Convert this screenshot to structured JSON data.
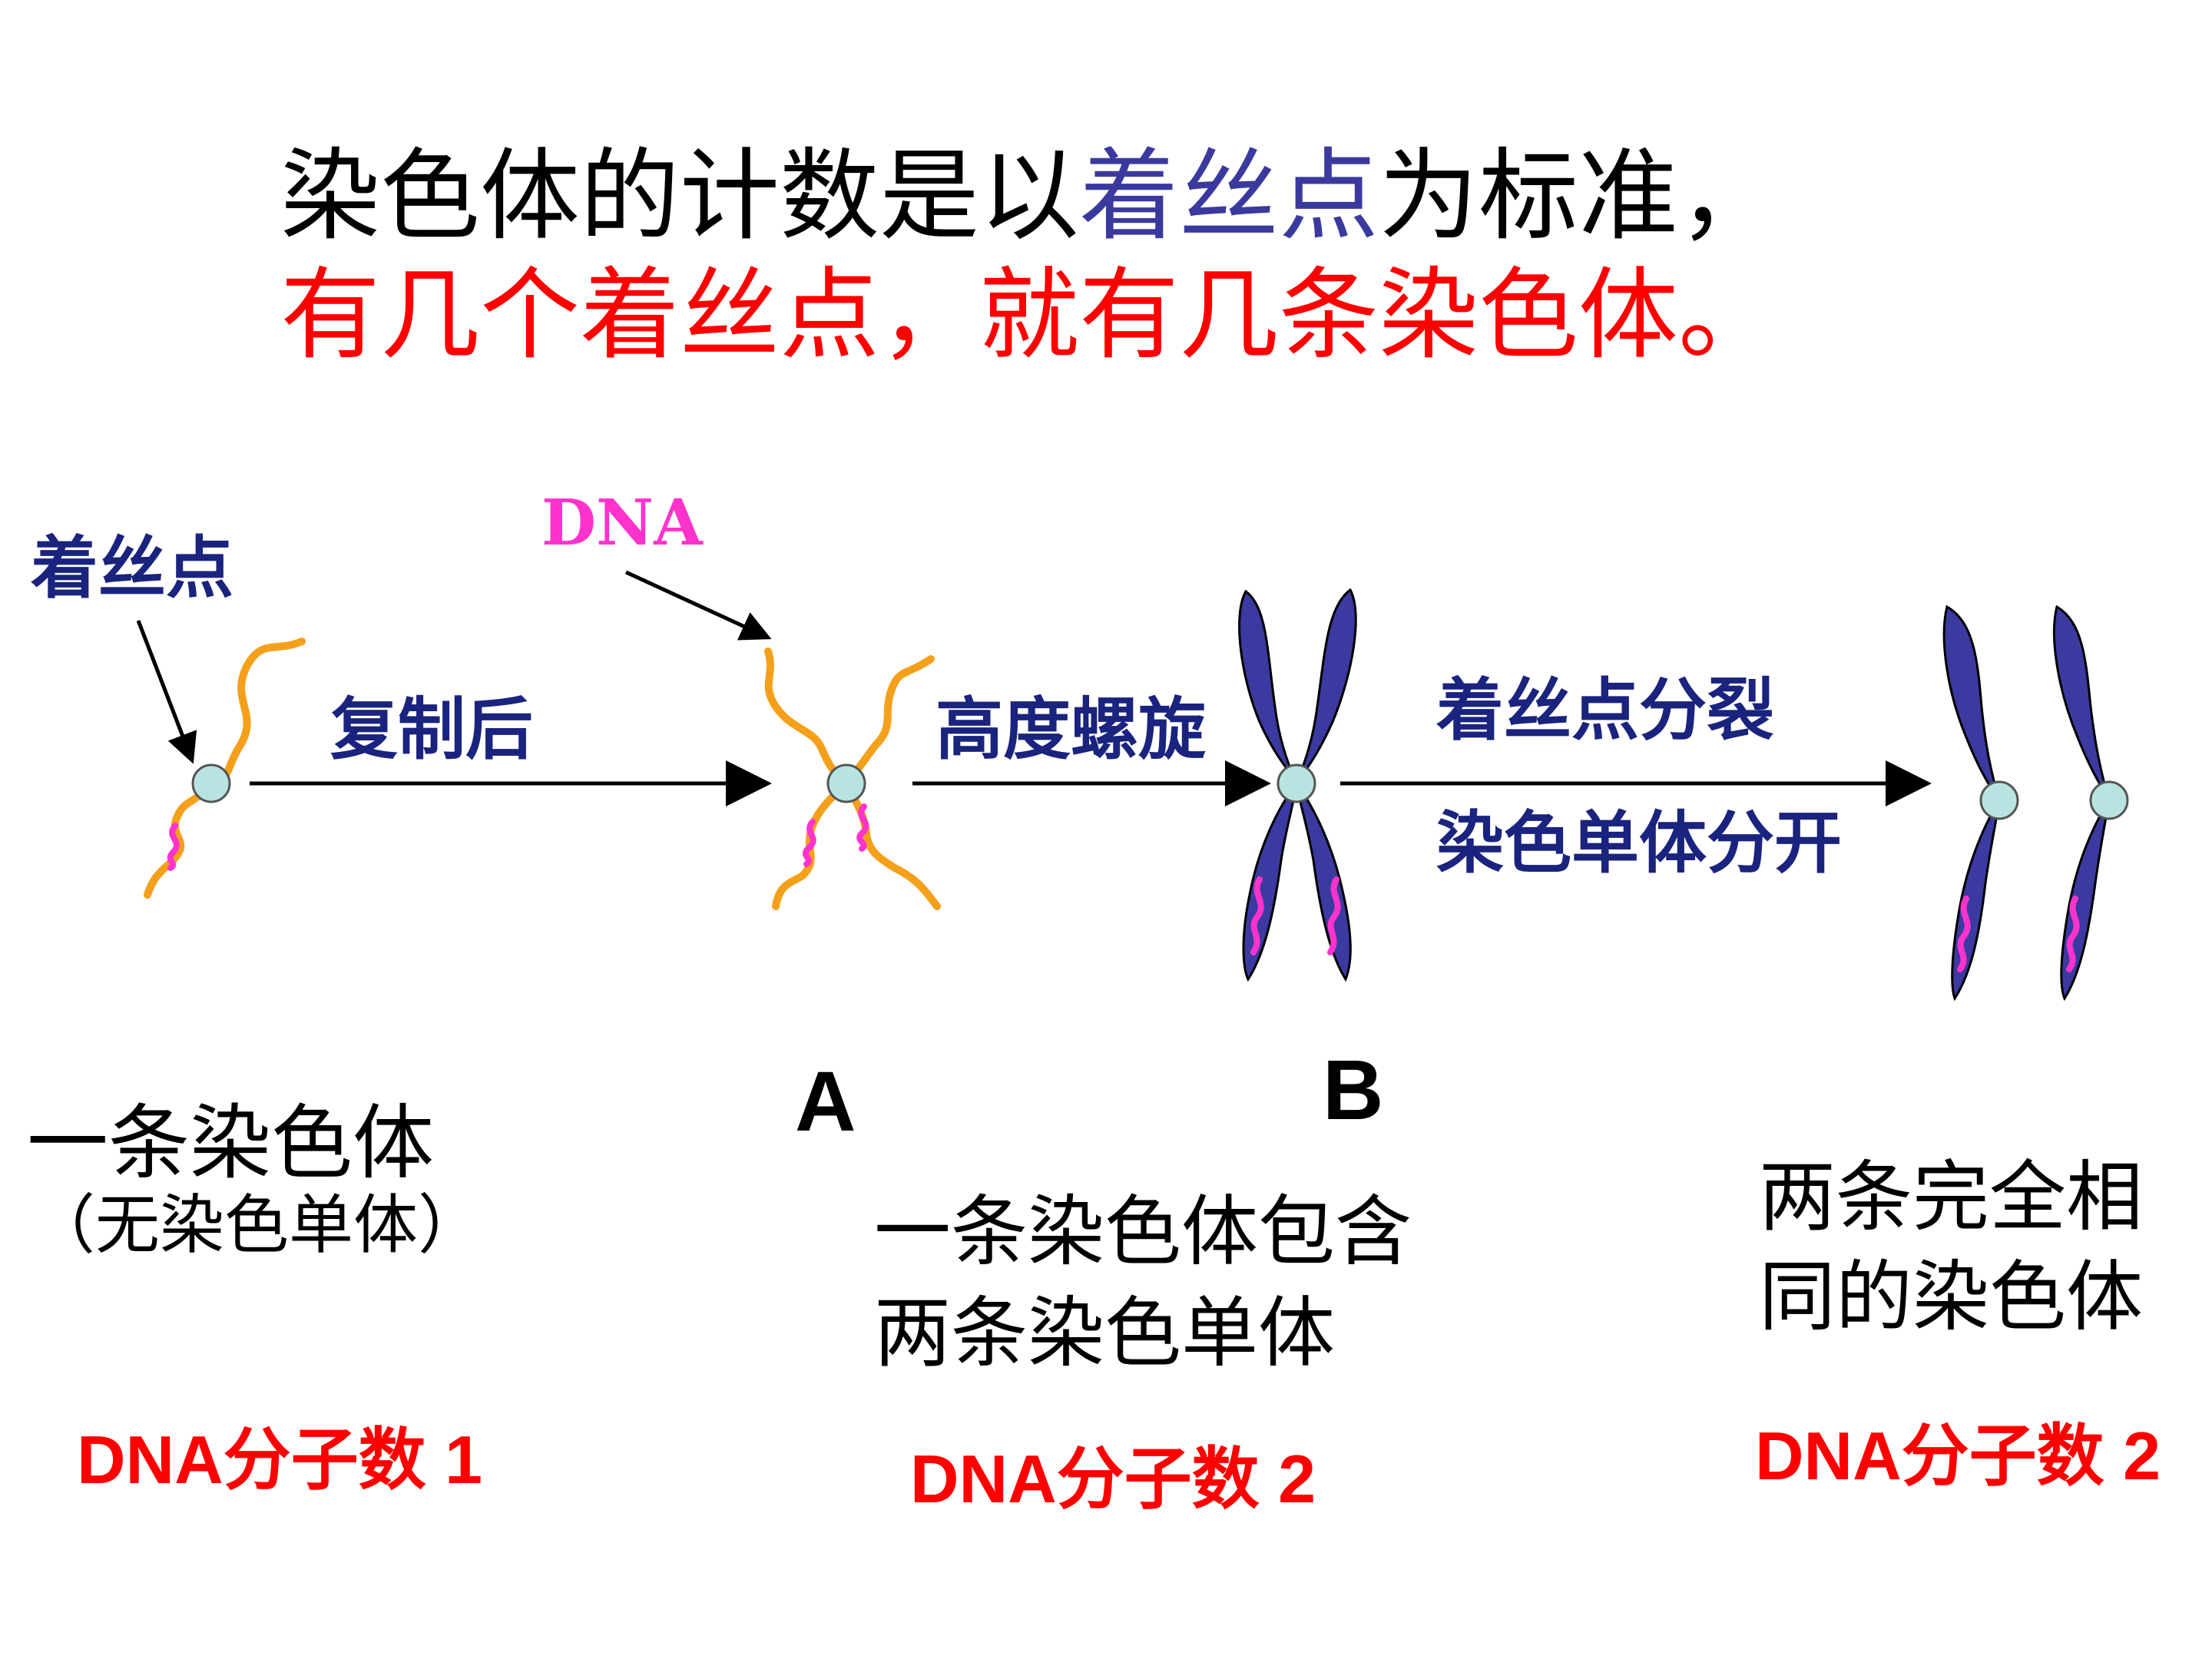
{
  "colors": {
    "title_black": "#000000",
    "centromere_blue": "#3a3a9e",
    "title_red": "#ff0000",
    "label_navy": "#1a237e",
    "dna_magenta": "#ff33cc",
    "strand_orange": "#f5a01a",
    "chromatid_purple": "#3a3aa0",
    "centromere_fill": "#b8e3e0"
  },
  "title": {
    "line1_part1": "染色体的计数是以",
    "line1_highlight": "着丝点",
    "line1_part2": "为标准，",
    "line2": "有几个着丝点，就有几条染色体。"
  },
  "labels": {
    "centromere": "着丝点",
    "dna": "DNA",
    "step1": "复制后",
    "step2": "高度螺旋",
    "step3_line1": "着丝点分裂",
    "step3_line2": "染色单体分开",
    "marker_a": "A",
    "marker_b": "B"
  },
  "captions": {
    "left_line1": "一条染色体",
    "left_line2": "（无染色单体）",
    "middle_line1": "一条染色体包含",
    "middle_line2": "两条染色单体",
    "right_line1": "两条完全相",
    "right_line2": "同的染色体"
  },
  "dna_counts": {
    "left": "DNA分子数 1",
    "middle": "DNA分子数 2",
    "right": "DNA分子数 2"
  },
  "icons": [
    "arrow-icon",
    "centromere-icon",
    "chromosome-icon",
    "dna-strand-icon"
  ]
}
